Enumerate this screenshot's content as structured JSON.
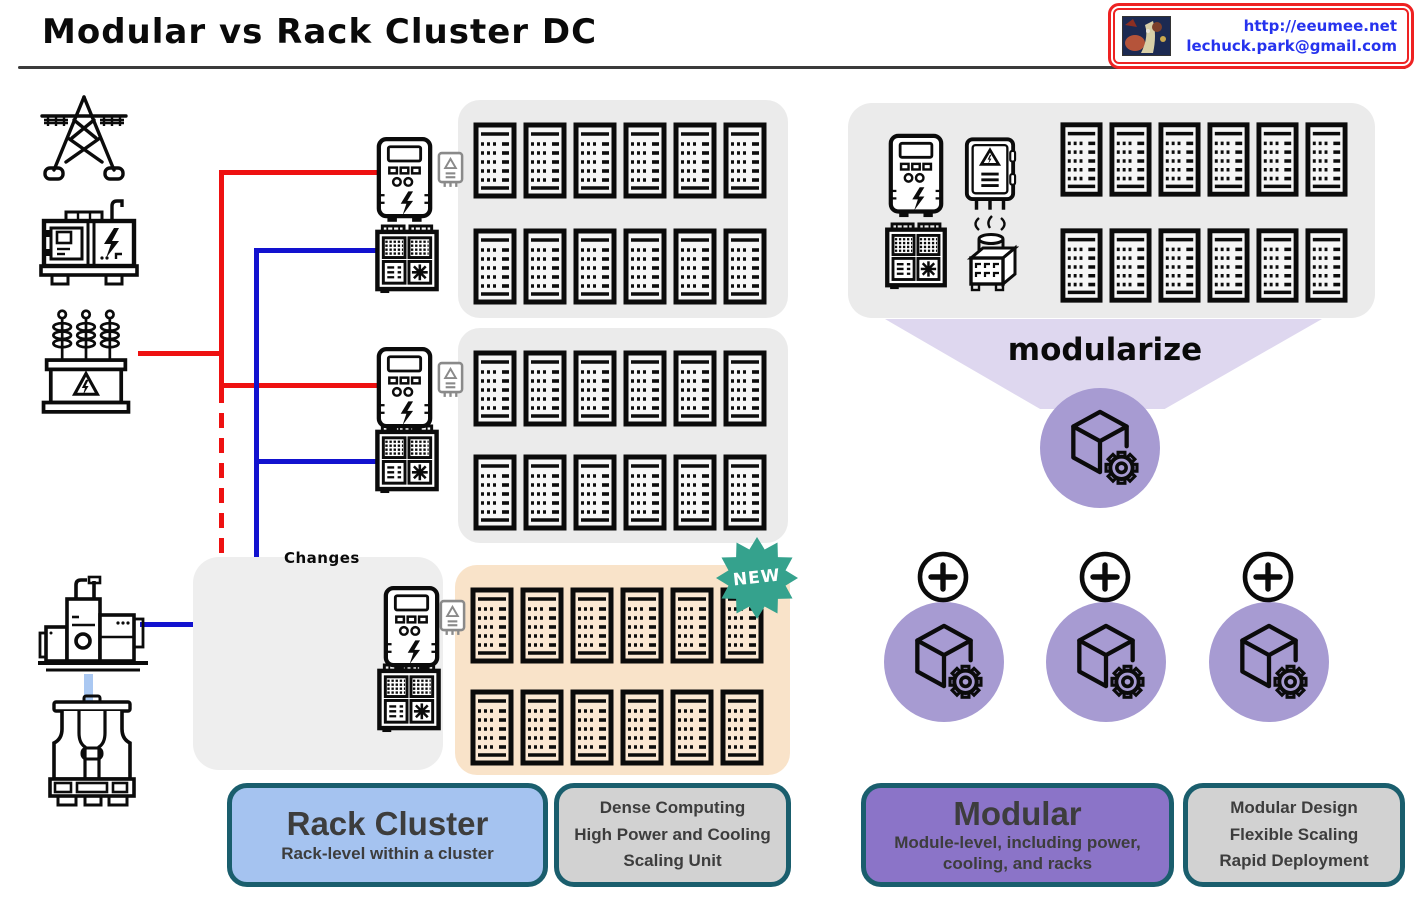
{
  "header": {
    "title": "Modular vs Rack Cluster DC",
    "contact": {
      "site": "http://eeumee.net",
      "email": "lechuck.park@gmail.com"
    }
  },
  "diagram": {
    "changes_label": "Changes",
    "new_badge": "NEW",
    "modularize_label": "modularize",
    "racks_per_cluster": 12,
    "cluster_count": 3,
    "module_count": 3,
    "icons": [
      "transmission-tower",
      "diesel-generator",
      "transformer",
      "water-pump",
      "water-truck",
      "ups-power-unit",
      "distribution-panel",
      "crac-cooling-unit",
      "electrical-cabinet",
      "cooling-tower",
      "server-rack",
      "module-cube-gear-icon",
      "add-module-plus-icon"
    ]
  },
  "legend": {
    "rack_cluster": {
      "title": "Rack Cluster",
      "subtitle": "Rack-level within a cluster",
      "features": [
        "Dense Computing",
        "High Power and Cooling",
        "Scaling Unit"
      ]
    },
    "modular": {
      "title": "Modular",
      "subtitle": "Module-level, including power, cooling, and racks",
      "features": [
        "Modular Design",
        "Flexible Scaling",
        "Rapid Deployment"
      ]
    }
  },
  "colors": {
    "red_line": "#ee1111",
    "blue_line": "#1212cf",
    "water_link": "#aac8f2",
    "cluster_bg": "#ebebeb",
    "new_cluster_bg": "#f9e3c9",
    "new_badge": "#35a28d",
    "module_circle": "#a79bd2",
    "funnel": "#ded7ef",
    "rack_cluster_box": "#a5c3f0",
    "modular_box": "#8b74c8",
    "feature_box": "#d2d2d2",
    "legend_border": "#1a5e6d",
    "legend_text": "#3d3d3d",
    "contact_text": "#2633ee",
    "badge_border": "#ee2222"
  }
}
